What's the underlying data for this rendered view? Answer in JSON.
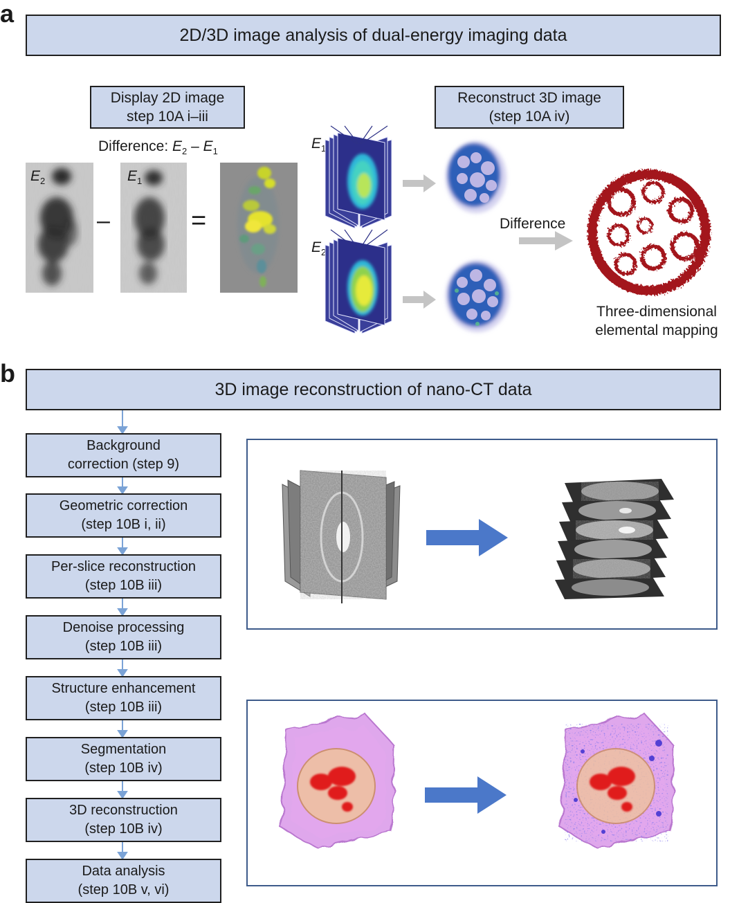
{
  "panel_a": {
    "letter": "a",
    "title": "2D/3D image analysis of dual-energy imaging data",
    "display_box": "Display 2D image\nstep 10A i–iii",
    "reconstruct_box": "Reconstruct 3D image\n(step 10A iv)",
    "difference_formula": {
      "prefix": "Difference: ",
      "term1": "E",
      "term1_sub": "2",
      "minus": " – ",
      "term2": "E",
      "term2_sub": "1"
    },
    "image_label_e2": {
      "letter": "E",
      "sub": "2"
    },
    "image_label_e1": {
      "letter": "E",
      "sub": "1"
    },
    "stack_label_e1": {
      "letter": "E",
      "sub": "1"
    },
    "stack_label_e2": {
      "letter": "E",
      "sub": "2"
    },
    "minus_sign": "–",
    "equals_sign": "=",
    "difference_label": "Difference",
    "result_caption": "Three-dimensional\nelemental mapping"
  },
  "panel_b": {
    "letter": "b",
    "title": "3D image reconstruction of nano-CT data",
    "steps": [
      "Background\ncorrection (step 9)",
      "Geometric correction\n(step 10B i, ii)",
      "Per-slice reconstruction\n(step 10B iii)",
      "Denoise processing\n(step 10B iii)",
      "Structure enhancement\n(step 10B iii)",
      "Segmentation\n(step 10B iv)",
      "3D reconstruction\n(step 10B iv)",
      "Data analysis\n(step 10B v, vi)"
    ]
  },
  "colors": {
    "box_fill": "#ccd7ec",
    "flow_arrow": "#7ba3d6",
    "big_arrow": "#4b78c9",
    "grey_arrow": "#c4c4c4",
    "mapping_red": "#a3141b",
    "cell_magenta": "#cf6fe0",
    "nucleus_tan": "#e8b48a",
    "inclusion_red": "#e01b1b"
  }
}
